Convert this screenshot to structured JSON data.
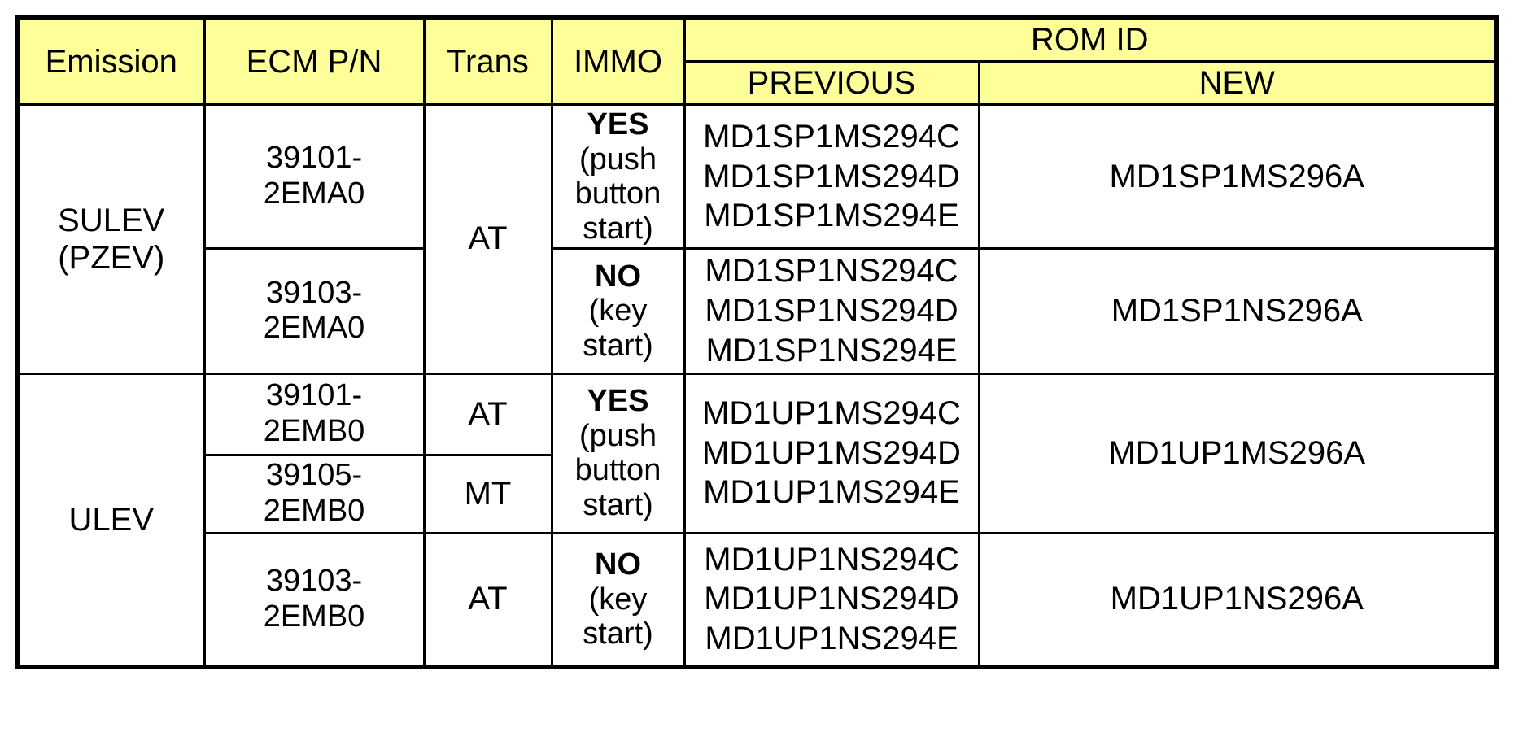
{
  "table": {
    "headers": {
      "emission": "Emission",
      "ecm_pn": "ECM P/N",
      "trans": "Trans",
      "immo": "IMMO",
      "rom_id": "ROM ID",
      "previous": "PREVIOUS",
      "new": "NEW"
    },
    "colors": {
      "header_background": "#ffff99",
      "border": "#000000",
      "new_rom_text": "#1414EA",
      "body_text": "#000000",
      "cell_background": "#ffffff"
    },
    "groups": [
      {
        "emission": "SULEV\n(PZEV)",
        "trans": "AT",
        "rows": [
          {
            "ecm_pn": "39101-\n2EMA0",
            "immo_main": "YES",
            "immo_note": "(push\nbutton\nstart)",
            "previous": "MD1SP1MS294C\nMD1SP1MS294D\nMD1SP1MS294E",
            "new": "MD1SP1MS296A"
          },
          {
            "ecm_pn": "39103-\n2EMA0",
            "immo_main": "NO",
            "immo_note": "(key\nstart)",
            "previous": "MD1SP1NS294C\nMD1SP1NS294D\nMD1SP1NS294E",
            "new": "MD1SP1NS296A"
          }
        ]
      },
      {
        "emission": "ULEV",
        "rows": [
          {
            "ecm_pn": "39101-\n2EMB0",
            "trans": "AT",
            "immo_main": "YES",
            "immo_note": "(push\nbutton\nstart)",
            "previous": "MD1UP1MS294C\nMD1UP1MS294D\nMD1UP1MS294E",
            "new": "MD1UP1MS296A"
          },
          {
            "ecm_pn": "39105-\n2EMB0",
            "trans": "MT"
          },
          {
            "ecm_pn": "39103-\n2EMB0",
            "trans": "AT",
            "immo_main": "NO",
            "immo_note": "(key\nstart)",
            "previous": "MD1UP1NS294C\nMD1UP1NS294D\nMD1UP1NS294E",
            "new": "MD1UP1NS296A"
          }
        ]
      }
    ]
  }
}
